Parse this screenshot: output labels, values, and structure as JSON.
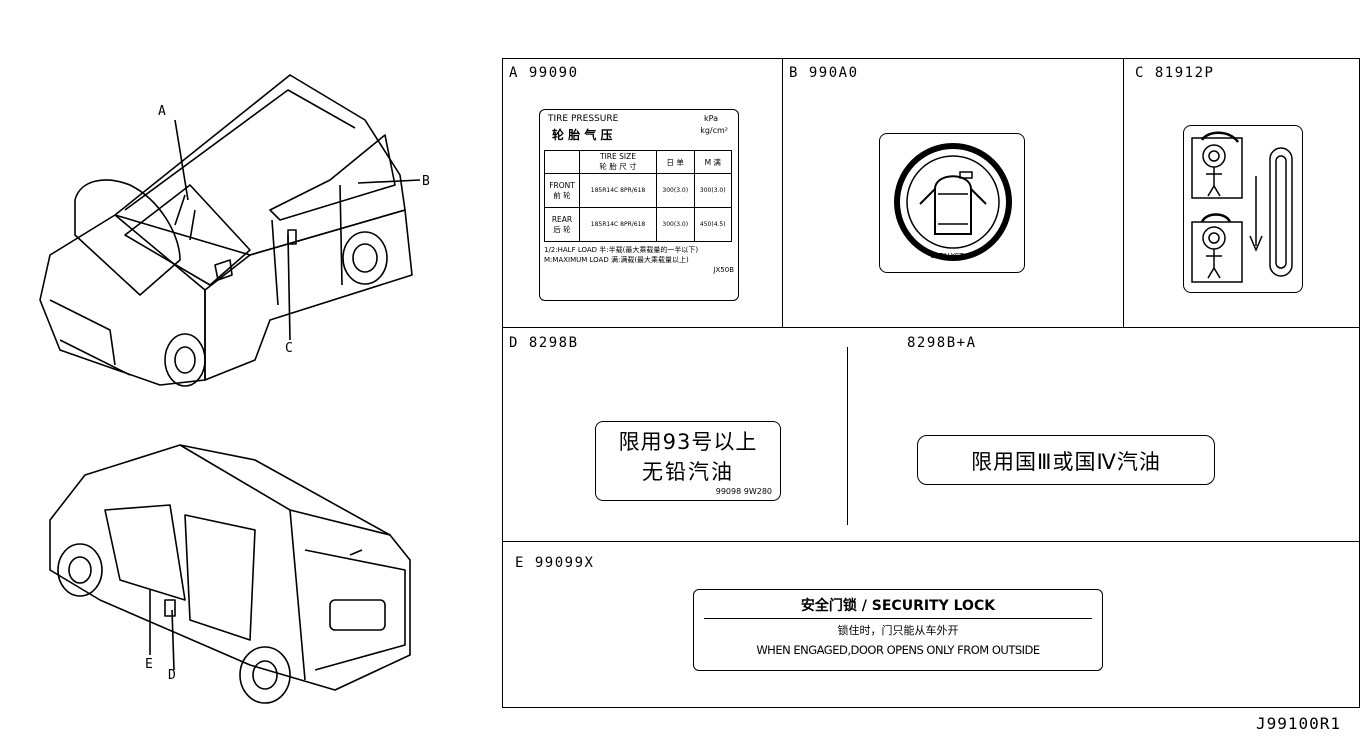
{
  "callouts": {
    "a": "A",
    "b": "B",
    "c": "C",
    "d": "D",
    "e": "E"
  },
  "diagram_ref": "J99100R1",
  "parts": {
    "a": {
      "code": "A 99090"
    },
    "b": {
      "code": "B 990A0"
    },
    "c": {
      "code": "C 81912P"
    },
    "d": {
      "code": "D 8298B"
    },
    "d2": {
      "code": "8298B+A"
    },
    "e": {
      "code": "E 99099X"
    }
  },
  "tire_label": {
    "title_en": "TIRE PRESSURE",
    "title_cn": "轮 胎 气 压",
    "unit_kpa": "kPa",
    "unit_kg": "kg/cm²",
    "hdr_size": "TIRE SIZE",
    "hdr_size_cn": "轮 胎 尺 寸",
    "hdr_b": "日 单",
    "hdr_c": "M 满",
    "front": "FRONT",
    "front_cn": "前 轮",
    "front_size": "185R14C 8PR/618",
    "front_b": "300(3.0)",
    "front_c": "300(3.0)",
    "rear": "REAR",
    "rear_cn": "后 轮",
    "rear_size": "185R14C 8PR/618",
    "rear_b": "300(3.0)",
    "rear_c": "450(4.5)",
    "note1": "1/2:HALF LOAD 半:半载(最大乘载量的一半以下)",
    "note2": "M:MAXIMUM LOAD 满:满载(最大乘载量以上)",
    "code": "JX50B"
  },
  "catalyst_label": {
    "text": "CATALYST"
  },
  "fuel_label_1": {
    "line1": "限用93号以上",
    "line2": "无铅汽油",
    "code": "99098 9W280"
  },
  "fuel_label_2": {
    "line1": "限用国Ⅲ或国Ⅳ汽油"
  },
  "security_label": {
    "title": "安全门锁 / SECURITY LOCK",
    "cn": "锁住时，门只能从车外开",
    "en": "WHEN ENGAGED,DOOR OPENS ONLY FROM OUTSIDE"
  }
}
